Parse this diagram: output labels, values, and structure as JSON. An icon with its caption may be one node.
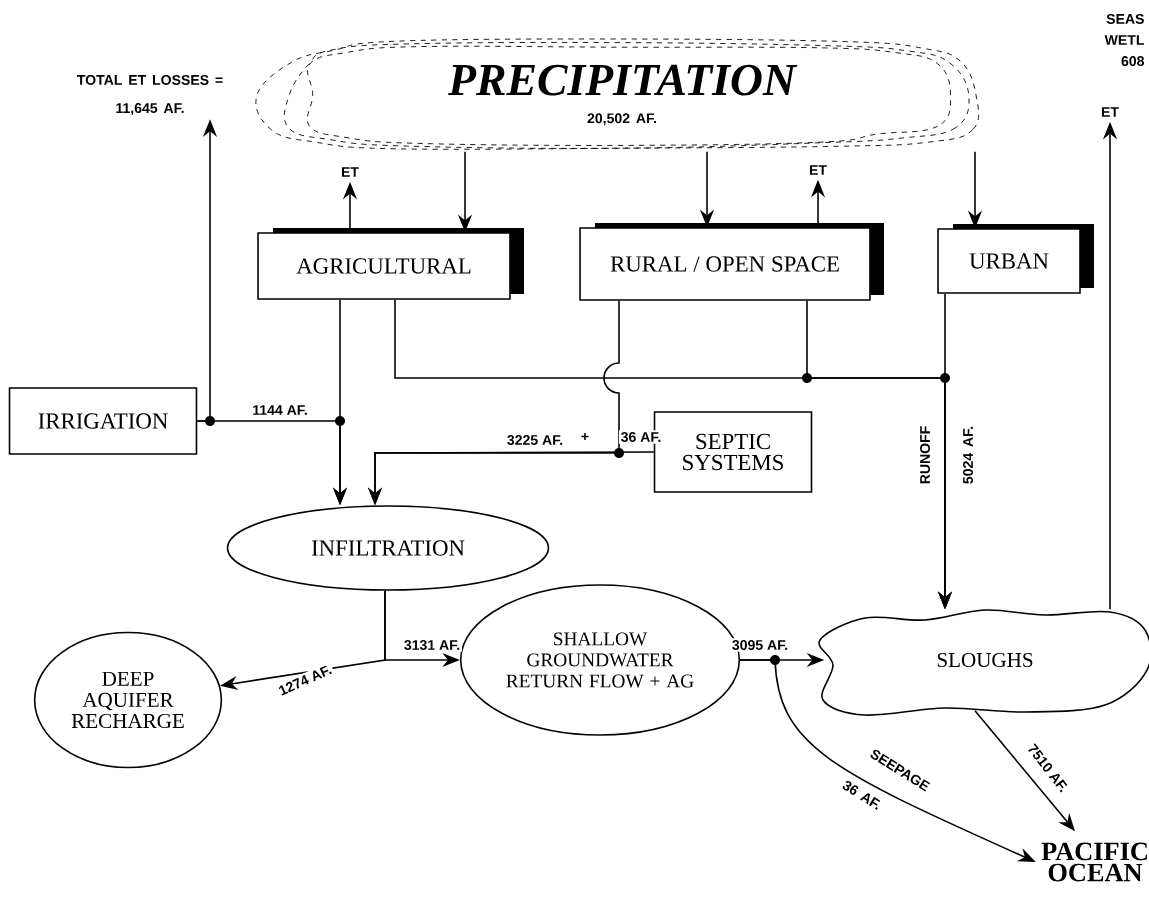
{
  "diagram": {
    "nodes": [
      {
        "text": [
          "PRECIPITATION",
          "20,502 AF."
        ]
      },
      {
        "text": [
          "AGRICULTURAL"
        ]
      },
      {
        "text": [
          "RURAL / OPEN SPACE"
        ]
      },
      {
        "text": [
          "URBAN"
        ]
      },
      {
        "text": [
          "IRRIGATION"
        ]
      },
      {
        "text": [
          "SEPTIC SYSTEMS"
        ]
      },
      {
        "text": [
          "INFILTRATION"
        ]
      },
      {
        "text": [
          "DEEP AQUIFER RECHARGE"
        ]
      },
      {
        "text": [
          "SHALLOW GROUNDWATER RETURN FLOW + AG"
        ]
      },
      {
        "text": [
          "SLOUGHS"
        ]
      },
      {
        "text": [
          "PACIFIC OCEAN"
        ]
      },
      {
        "text": [
          "TOTAL ET LOSSES =",
          "11,645 AF."
        ]
      },
      {
        "text": [
          "ET"
        ]
      },
      {
        "text": [
          "ET"
        ]
      },
      {
        "text": [
          "ET"
        ]
      }
    ],
    "edges": [
      {
        "from": 0,
        "to": 1,
        "arrow": "to"
      },
      {
        "from": 1,
        "to": 12,
        "arrow": "to"
      },
      {
        "from": 0,
        "to": 2,
        "arrow": "to"
      },
      {
        "from": 2,
        "to": 13,
        "arrow": "to"
      },
      {
        "from": 0,
        "to": 3,
        "arrow": "to"
      },
      {
        "from": 9,
        "to": 14,
        "arrow": "to"
      },
      {
        "from": 4,
        "to": 11,
        "arrow": "to"
      },
      {
        "from": 4,
        "to": 6,
        "arrow": "to",
        "label": "1144 AF."
      },
      {
        "from": 1,
        "to": 6,
        "arrow": "to"
      },
      {
        "from": 1,
        "to": 9,
        "arrow": "to"
      },
      {
        "from": 2,
        "to": 9,
        "arrow": "to"
      },
      {
        "from": 3,
        "to": 9,
        "arrow": "to",
        "label": "RUNOFF"
      },
      {
        "from": 2,
        "to": 6,
        "arrow": "to",
        "label": "3225 AF."
      },
      {
        "from": 5,
        "to": 6,
        "arrow": "to",
        "label": "36 AF."
      },
      {
        "from": 6,
        "to": 8,
        "arrow": "to",
        "label": "3131 AF."
      },
      {
        "from": 6,
        "to": 7,
        "arrow": "to",
        "label": "1274 AF."
      },
      {
        "from": 8,
        "to": 9,
        "arrow": "to",
        "label": "3095 AF."
      },
      {
        "from": 8,
        "to": 10,
        "arrow": "to",
        "label": "SEEPAGE"
      },
      {
        "from": 9,
        "to": 10,
        "arrow": "to",
        "label": "7510 AF."
      }
    ],
    "labels": [
      "SEAS WETL 608",
      "+",
      "5024 AF.",
      "36 AF."
    ]
  }
}
